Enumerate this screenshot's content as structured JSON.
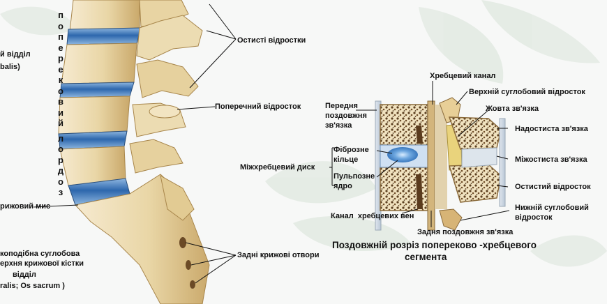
{
  "left": {
    "vertical_text": "поперековий лордоз",
    "labels": {
      "spinous_processes": "Остисті відростки",
      "transverse_process": "Поперечний відросток",
      "lumbar_part": "й відділ",
      "lumbar_part_latin": "balis)",
      "promontory": "рижовий мис",
      "auricular_surface_1": "коподібна суглобова",
      "auricular_surface_2": "ерхня крижової кістки",
      "sacral_part": "відділ",
      "sacral_part_latin": "ralis; Os sacrum )",
      "posterior_sacral_foramina": "Задні крижові отвори"
    }
  },
  "right": {
    "labels": {
      "spinal_canal": "Хребцевий канал",
      "superior_articular_process": "Верхній суглобовий відросток",
      "anterior_longitudinal_ligament_1": "Передня",
      "anterior_longitudinal_ligament_2": "поздовжня",
      "anterior_longitudinal_ligament_3": "зв'язка",
      "ligamentum_flavum": "Жовта зв'язка",
      "supraspinous_ligament": "Надостиста зв'язка",
      "annulus_fibrosus_1": "Фіброзне",
      "annulus_fibrosus_2": "кільце",
      "intervertebral_disc": "Міжхребцевий диск",
      "interspinous_ligament": "Міжостиста зв'язка",
      "nucleus_pulposus_1": "Пульпозне",
      "nucleus_pulposus_2": "ядро",
      "spinous_process": "Остистий відросток",
      "inferior_articular_process_1": "Нижній суглобовий",
      "inferior_articular_process_2": "відросток",
      "venous_canal": "Канал  хребцевих вен",
      "posterior_longitudinal_ligament": "Задня поздовжня зв'язка"
    },
    "caption_line1": "Поздовжній розріз попереково -хребцевого",
    "caption_line2": "сегмента"
  },
  "colors": {
    "bone": "#ead9ae",
    "bone_shadow": "#c9ad73",
    "disc": "#2f6fb3",
    "background": "#f7f8f7",
    "leaf_watermark": "#e3eae3"
  }
}
